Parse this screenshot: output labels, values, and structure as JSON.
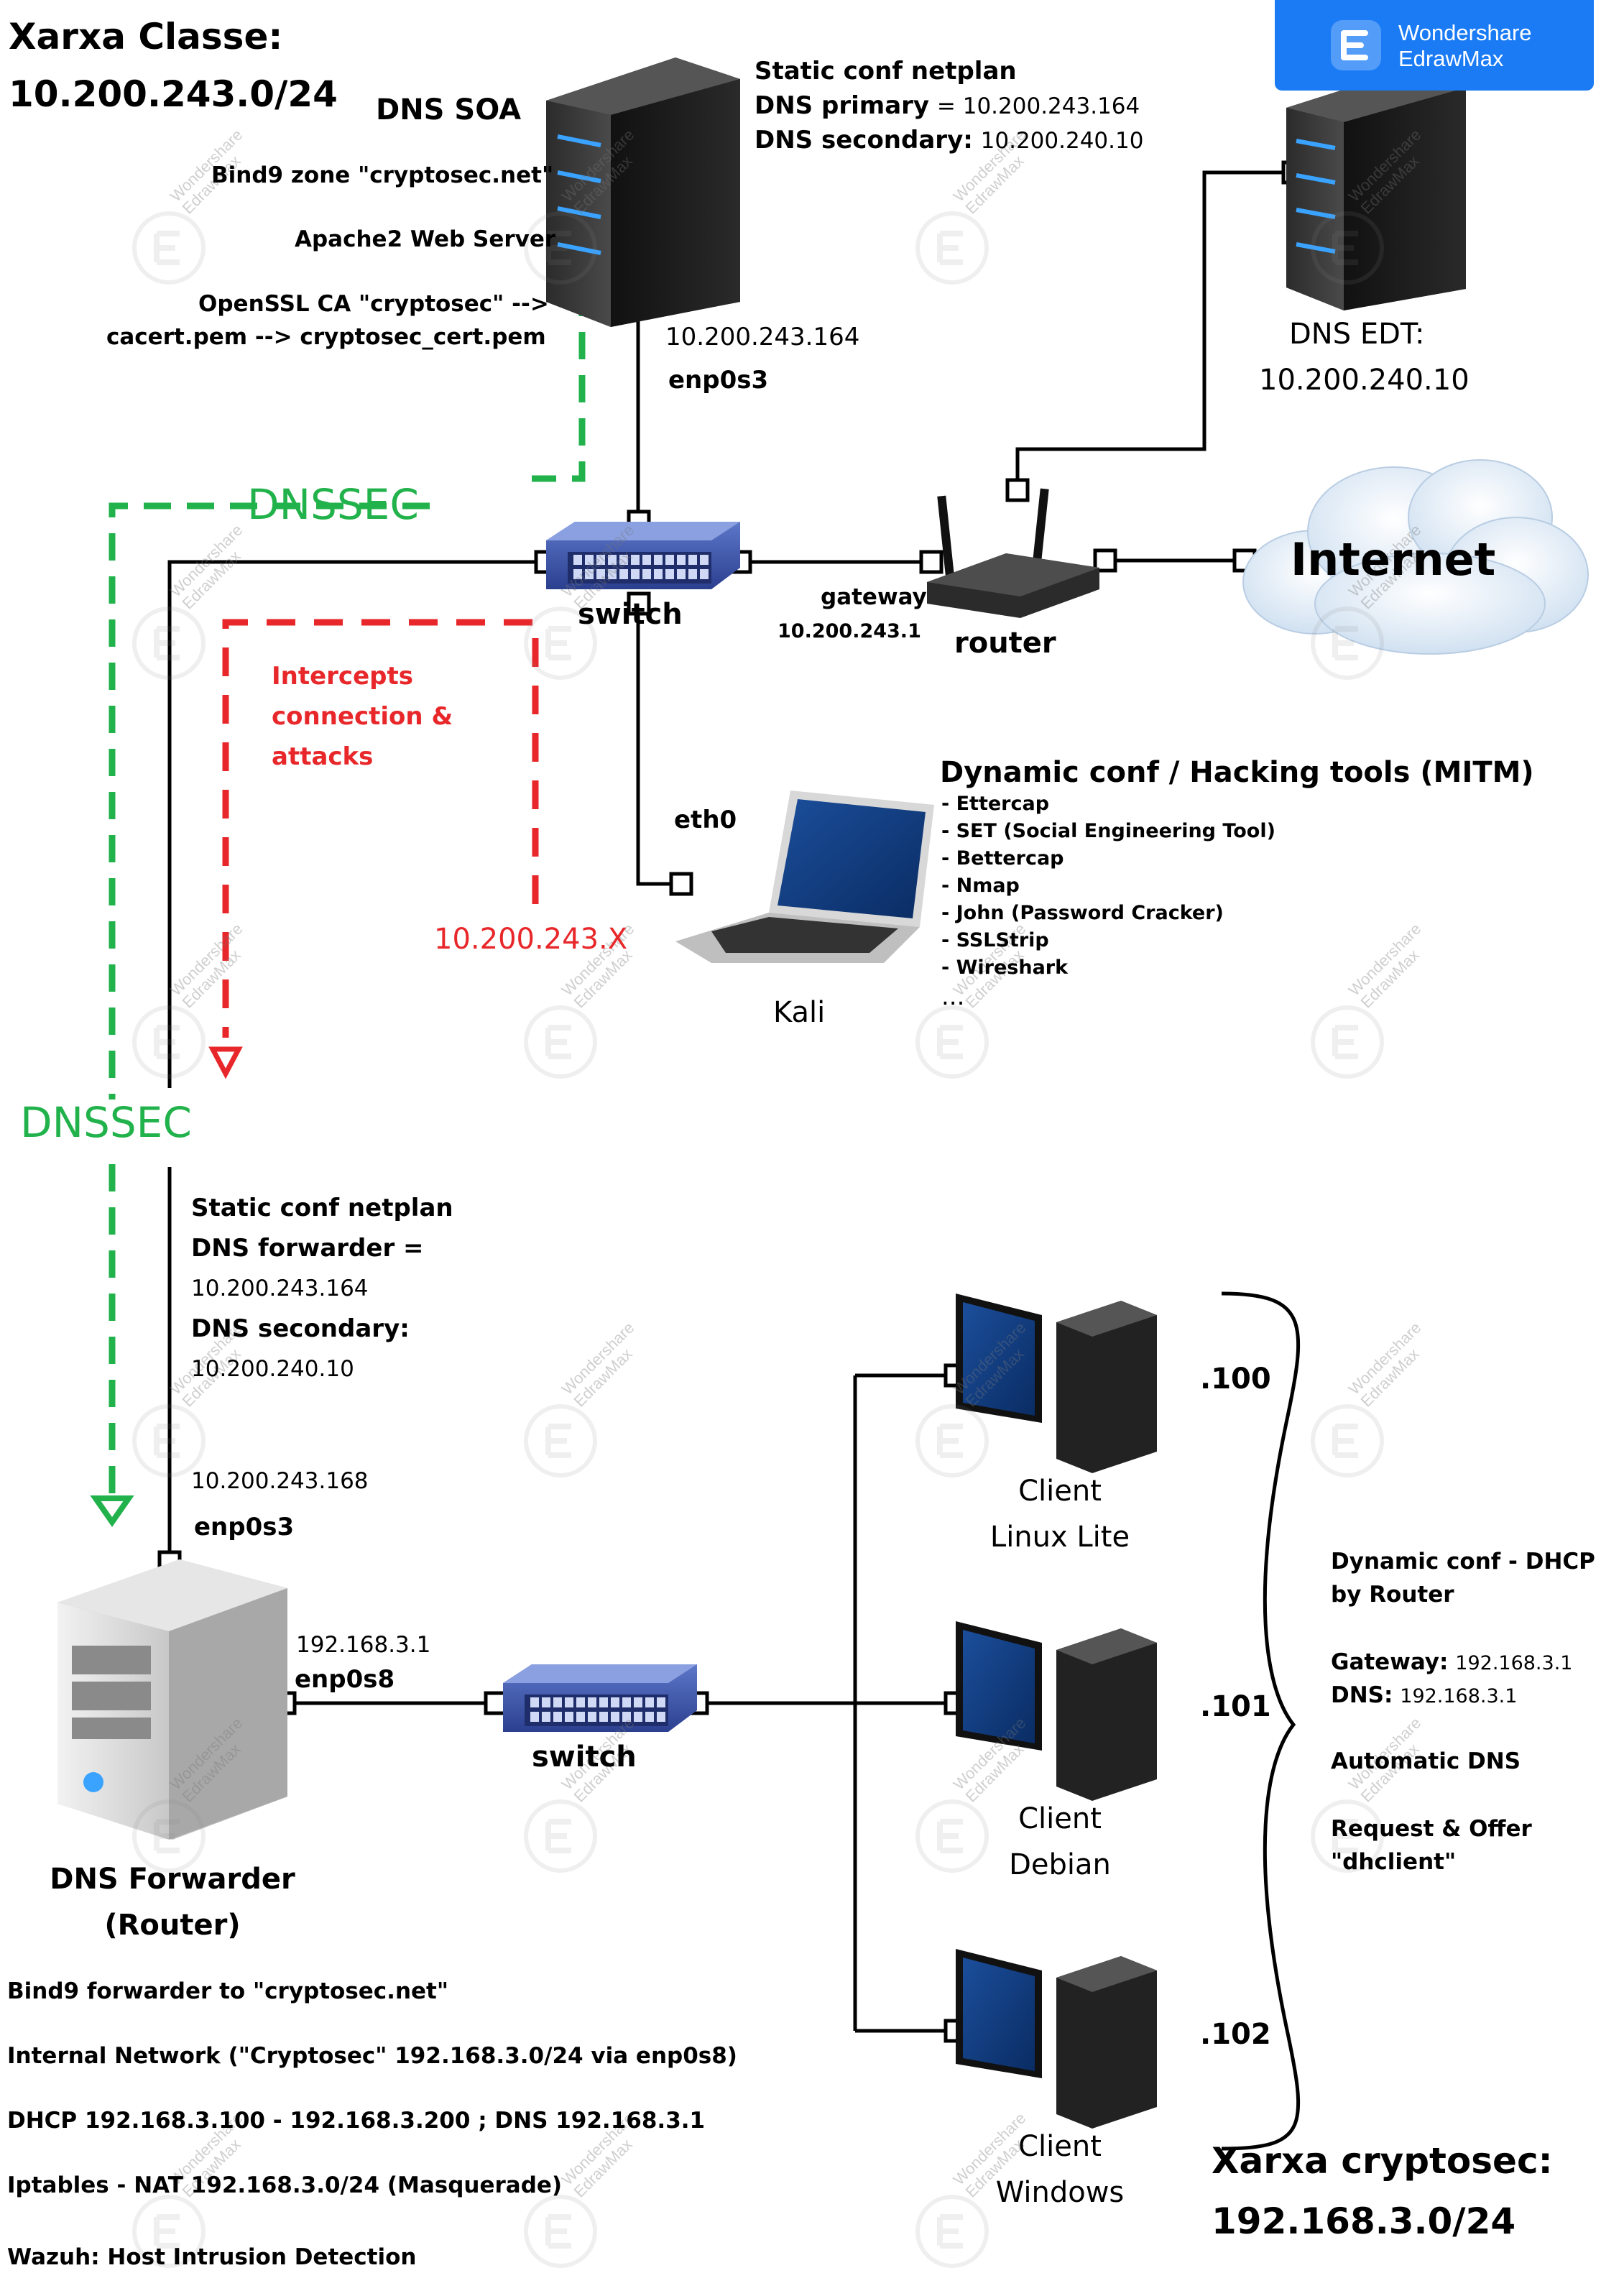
{
  "brand": {
    "name_line1": "Wondershare",
    "name_line2": "EdrawMax"
  },
  "watermark": {
    "line1": "Wondershare",
    "line2": "EdrawMax"
  },
  "network_class": {
    "title": "Xarxa Classe:",
    "subnet": "10.200.243.0/24"
  },
  "dns_soa": {
    "title": "DNS SOA",
    "services": [
      "Bind9 zone \"cryptosec.net\"",
      "Apache2 Web Server",
      "OpenSSL CA \"cryptosec\" -->",
      "cacert.pem --> cryptosec_cert.pem"
    ],
    "conf_title": "Static conf netplan",
    "dns_primary_label": "DNS primary",
    "dns_primary_value": "= 10.200.243.164",
    "dns_secondary_label": "DNS secondary:",
    "dns_secondary_value": "10.200.240.10",
    "ip": "10.200.243.164",
    "iface": "enp0s3"
  },
  "dns_edt": {
    "title": "DNS EDT:",
    "ip": "10.200.240.10"
  },
  "switch_top": {
    "label": "switch"
  },
  "router": {
    "label": "router",
    "gateway_label": "gateway",
    "gateway_ip": "10.200.243.1"
  },
  "internet": {
    "label": "Internet"
  },
  "dnssec": {
    "top": "DNSSEC",
    "left": "DNSSEC"
  },
  "attack": {
    "line1": "Intercepts",
    "line2": "connection &",
    "line3": "attacks",
    "kali_ip": "10.200.243.X"
  },
  "kali": {
    "label": "Kali",
    "iface": "eth0",
    "tools_title": "Dynamic conf / Hacking tools (MITM)",
    "tools": [
      "- Ettercap",
      "- SET (Social Engineering Tool)",
      "- Bettercap",
      "- Nmap",
      "- John (Password Cracker)",
      "- SSLStrip",
      "- Wireshark",
      "..."
    ]
  },
  "forwarder_conf": {
    "title": "Static conf netplan",
    "fwd_label": "DNS forwarder =",
    "fwd_value": "10.200.243.164",
    "sec_label": "DNS secondary:",
    "sec_value": "10.200.240.10",
    "ip": "10.200.243.168",
    "iface": "enp0s3"
  },
  "forwarder": {
    "title_line1": "DNS Forwarder",
    "title_line2": "(Router)",
    "lan_ip": "192.168.3.1",
    "lan_iface": "enp0s8",
    "notes": [
      "Bind9 forwarder to \"cryptosec.net\"",
      "Internal Network (\"Cryptosec\" 192.168.3.0/24 via enp0s8)",
      "DHCP 192.168.3.100 - 192.168.3.200 ; DNS 192.168.3.1",
      "Iptables - NAT 192.168.3.0/24 (Masquerade)",
      "Wazuh: Host Intrusion Detection"
    ]
  },
  "switch_bottom": {
    "label": "switch"
  },
  "clients": [
    {
      "line1": "Client",
      "line2": "Linux Lite",
      "host": ".100"
    },
    {
      "line1": "Client",
      "line2": "Debian",
      "host": ".101"
    },
    {
      "line1": "Client",
      "line2": "Windows",
      "host": ".102"
    }
  ],
  "dhcp_note": {
    "line1": "Dynamic conf - DHCP",
    "line2": "by Router",
    "gateway_label": "Gateway:",
    "gateway_value": "192.168.3.1",
    "dns_label": "DNS:",
    "dns_value": "192.168.3.1",
    "auto_dns": "Automatic DNS",
    "request1": "Request & Offer",
    "request2": "\"dhclient\""
  },
  "cryptosec_net": {
    "title": "Xarxa cryptosec:",
    "subnet": "192.168.3.0/24"
  }
}
